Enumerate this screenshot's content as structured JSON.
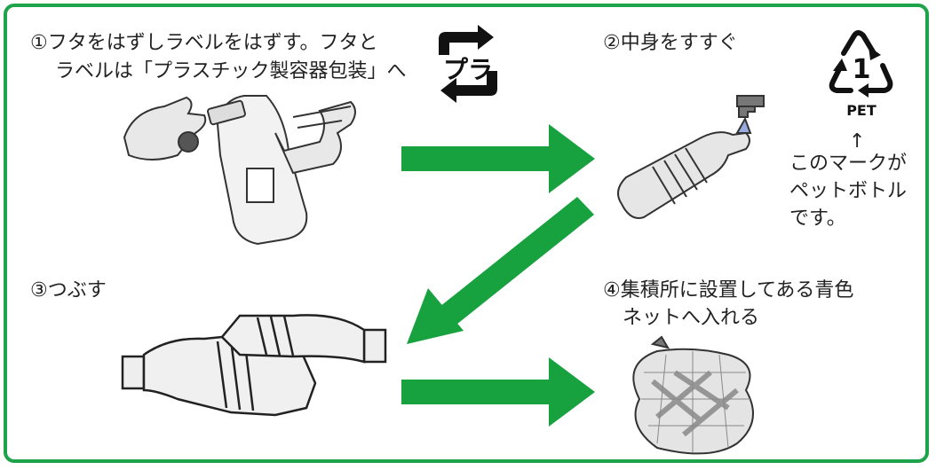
{
  "step1": {
    "line1": "①フタをはずしラベルをはずす。フタと",
    "line2": "ラベルは「プラスチック製容器包装」へ",
    "mark_label": "プラ"
  },
  "step2": {
    "text": "②中身をすすぐ"
  },
  "pet_mark": {
    "number": "1",
    "label": "PET",
    "arrow": "↑",
    "line1": "このマークが",
    "line2": "ペットボトル",
    "line3": "です。"
  },
  "step3": {
    "text": "③つぶす"
  },
  "step4": {
    "line1": "④集積所に設置してある青色",
    "line2": "ネットへ入れる"
  },
  "colors": {
    "border": "#1fa34a",
    "arrow": "#17a23f",
    "text": "#222222"
  }
}
